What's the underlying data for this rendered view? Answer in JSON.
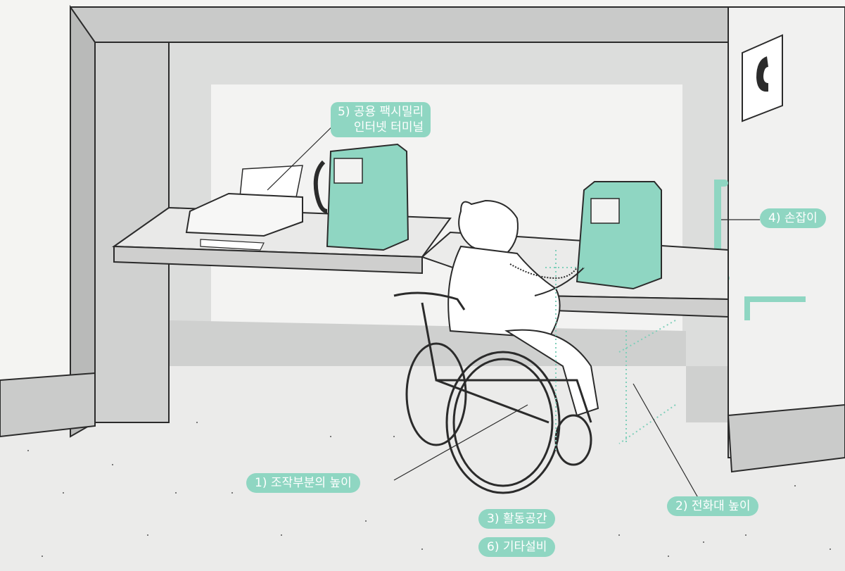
{
  "labels": {
    "fax": {
      "line1": "5) 공용 팩시밀리",
      "line2": "인터넷 터미널"
    },
    "handrail": "4) 손잡이",
    "operation_height": "1) 조작부분의 높이",
    "table_height": "2) 전화대 높이",
    "activity_space": "3) 활동공간",
    "other_facilities": "6) 기타설비"
  },
  "icons": {
    "sign": "telephone-handset-icon"
  },
  "colors": {
    "accent": "#8fd6c2",
    "phone": "#8fd6c2",
    "wall_shade": "#d3d4d3",
    "wall_dark": "#b9bab9",
    "floor": "#eaeae8",
    "ink": "#2b2b2b"
  }
}
